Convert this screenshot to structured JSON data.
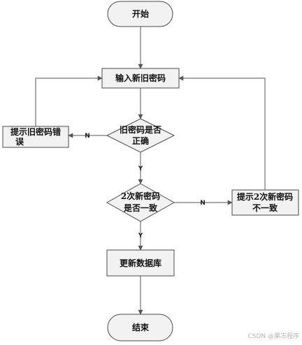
{
  "nodes": {
    "start": "开始",
    "input_password": "输入新旧密码",
    "check_old_line1": "旧密码是否",
    "check_old_line2": "正确",
    "error_old_line1": "提示旧密码错",
    "error_old_line2": "误",
    "check_match_line1": "2次新密码",
    "check_match_line2": "是否一致",
    "error_match_line1": "提示2次新密码",
    "error_match_line2": "不一致",
    "update_db": "更新数据库",
    "end": "结束"
  },
  "edges": {
    "old_no": "N",
    "old_yes": "Y",
    "match_no": "N",
    "match_yes": "Y"
  },
  "watermark": "CSDN @果冻程序"
}
